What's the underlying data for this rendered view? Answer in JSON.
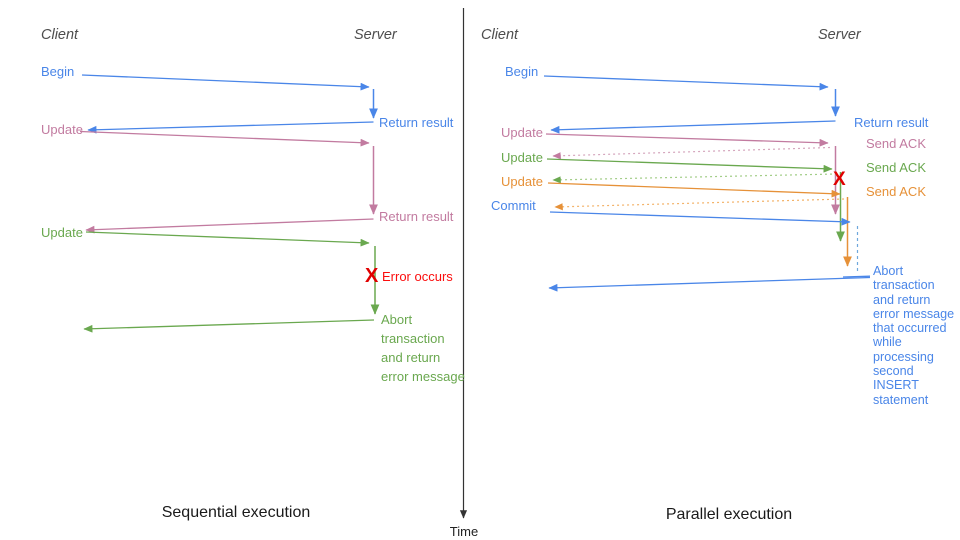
{
  "palette": {
    "blue": "#4a86e8",
    "pink": "#c27ba0",
    "pink_light": "#d5a6bd",
    "green": "#6aa84f",
    "green_light": "#a2cd87",
    "orange": "#e69138",
    "orange_light": "#f3b268",
    "red": "#e00000",
    "axis": "#333333"
  },
  "time_axis": {
    "label": "Time"
  },
  "left": {
    "title": "Sequential execution",
    "client": "Client",
    "server": "Server",
    "messages": {
      "begin": "Begin",
      "return_result_1": "Return result",
      "update_1": "Update",
      "return_result_2": "Return result",
      "update_2": "Update",
      "error_x": "X",
      "error_occurs": "Error occurs",
      "abort": "Abort\ntransaction\nand return\nerror message"
    }
  },
  "right": {
    "title": "Parallel execution",
    "client": "Client",
    "server": "Server",
    "messages": {
      "begin": "Begin",
      "return_result": "Return result",
      "update_1": "Update",
      "send_ack_1": "Send ACK",
      "update_2": "Update",
      "send_ack_2": "Send ACK",
      "update_3": "Update",
      "send_ack_3": "Send ACK",
      "commit": "Commit",
      "error_x": "X",
      "abort": "Abort\ntransaction\nand return\nerror message\nthat occurred\nwhile\nprocessing\nsecond\nINSERT\nstatement"
    }
  }
}
